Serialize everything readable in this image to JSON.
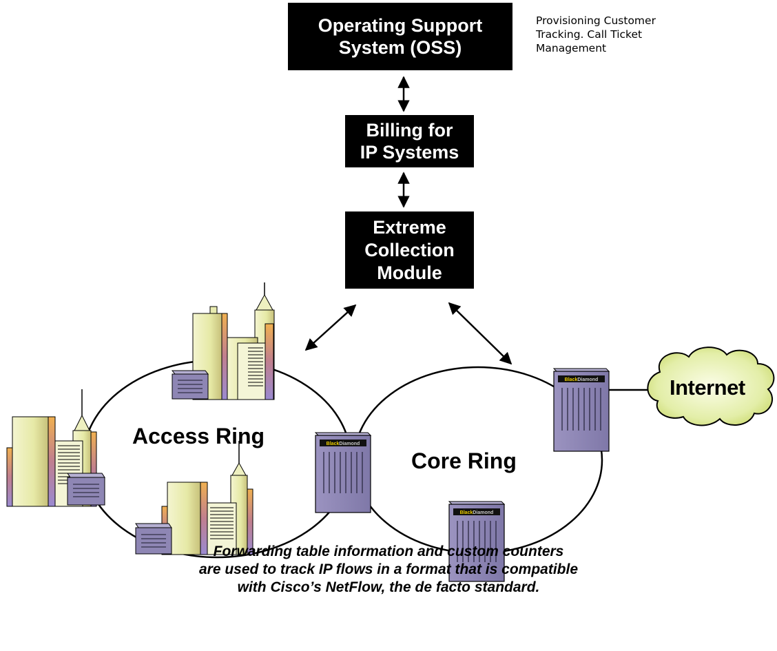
{
  "boxes": {
    "oss": [
      "Operating Support",
      "System (OSS)"
    ],
    "billing": [
      "Billing for",
      "IP Systems"
    ],
    "collection": [
      "Extreme",
      "Collection",
      "Module"
    ]
  },
  "oss_note": [
    "Provisioning Customer",
    "Tracking.  Call Ticket",
    "Management"
  ],
  "rings": {
    "access": "Access Ring",
    "core": "Core Ring"
  },
  "cloud": "Internet",
  "switch_brand": {
    "black": "Black",
    "diamond": "Diamond"
  },
  "caption": [
    "Forwarding table information and custom counters",
    "are used to track IP flows in a format that is compatible",
    "with Cisco’s NetFlow, the de facto standard."
  ],
  "colors": {
    "box_fill": "#000000",
    "switch_purple": "#8e86b4",
    "building_cream": "#eef0b8",
    "cloud_green": "#d9e98a"
  }
}
